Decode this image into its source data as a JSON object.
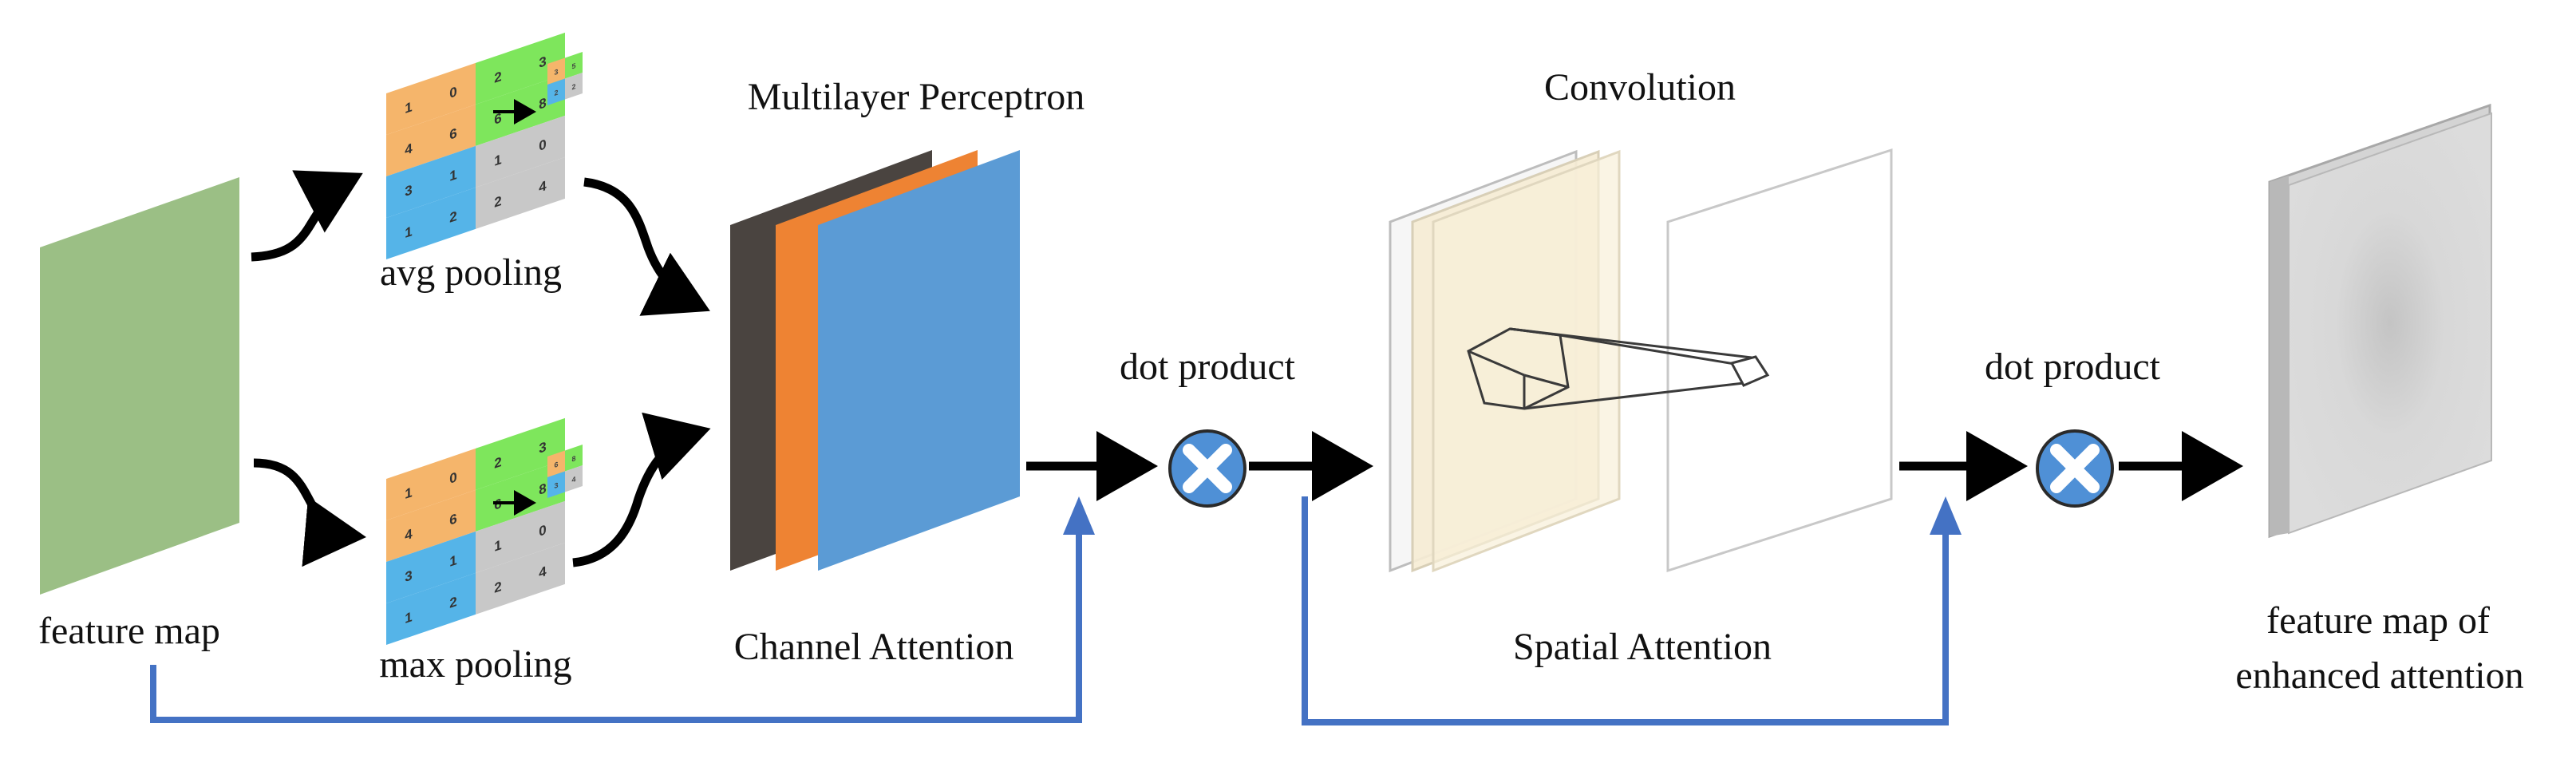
{
  "labels": {
    "feature_map": "feature map",
    "avg_pooling": "avg pooling",
    "max_pooling": "max pooling",
    "multilayer_perceptron": "Multilayer Perceptron",
    "channel_attention": "Channel Attention",
    "dot_product_1": "dot product",
    "convolution": "Convolution",
    "spatial_attention": "Spatial Attention",
    "dot_product_2": "dot product",
    "output_line1": "feature map of",
    "output_line2": "enhanced attention"
  },
  "pooling_grids": {
    "avg": {
      "cells": [
        [
          "1",
          "0",
          "2",
          "3"
        ],
        [
          "4",
          "6",
          "6",
          "8"
        ],
        [
          "3",
          "1",
          "1",
          "0"
        ],
        [
          "1",
          "2",
          "2",
          "4"
        ]
      ],
      "pooled": [
        "3",
        "5",
        "2",
        "2"
      ]
    },
    "max": {
      "cells": [
        [
          "1",
          "0",
          "2",
          "3"
        ],
        [
          "4",
          "6",
          "6",
          "8"
        ],
        [
          "3",
          "1",
          "1",
          "0"
        ],
        [
          "1",
          "2",
          "2",
          "4"
        ]
      ],
      "pooled": [
        "6",
        "8",
        "3",
        "4"
      ]
    }
  },
  "colors": {
    "feature_map": "#9bbf85",
    "grid_orange": "#f5b56b",
    "grid_green": "#7ee65c",
    "grid_blue": "#55b4e8",
    "grid_gray": "#c8c8c8",
    "mlp_dark": "#4a4440",
    "mlp_orange": "#ee8333",
    "mlp_blue": "#5b9bd5",
    "skip_line": "#4472c4",
    "dot_circle": "#4f90d6",
    "conv_plate": "#f6ecd4",
    "output_plate": "#d8d8d8"
  }
}
